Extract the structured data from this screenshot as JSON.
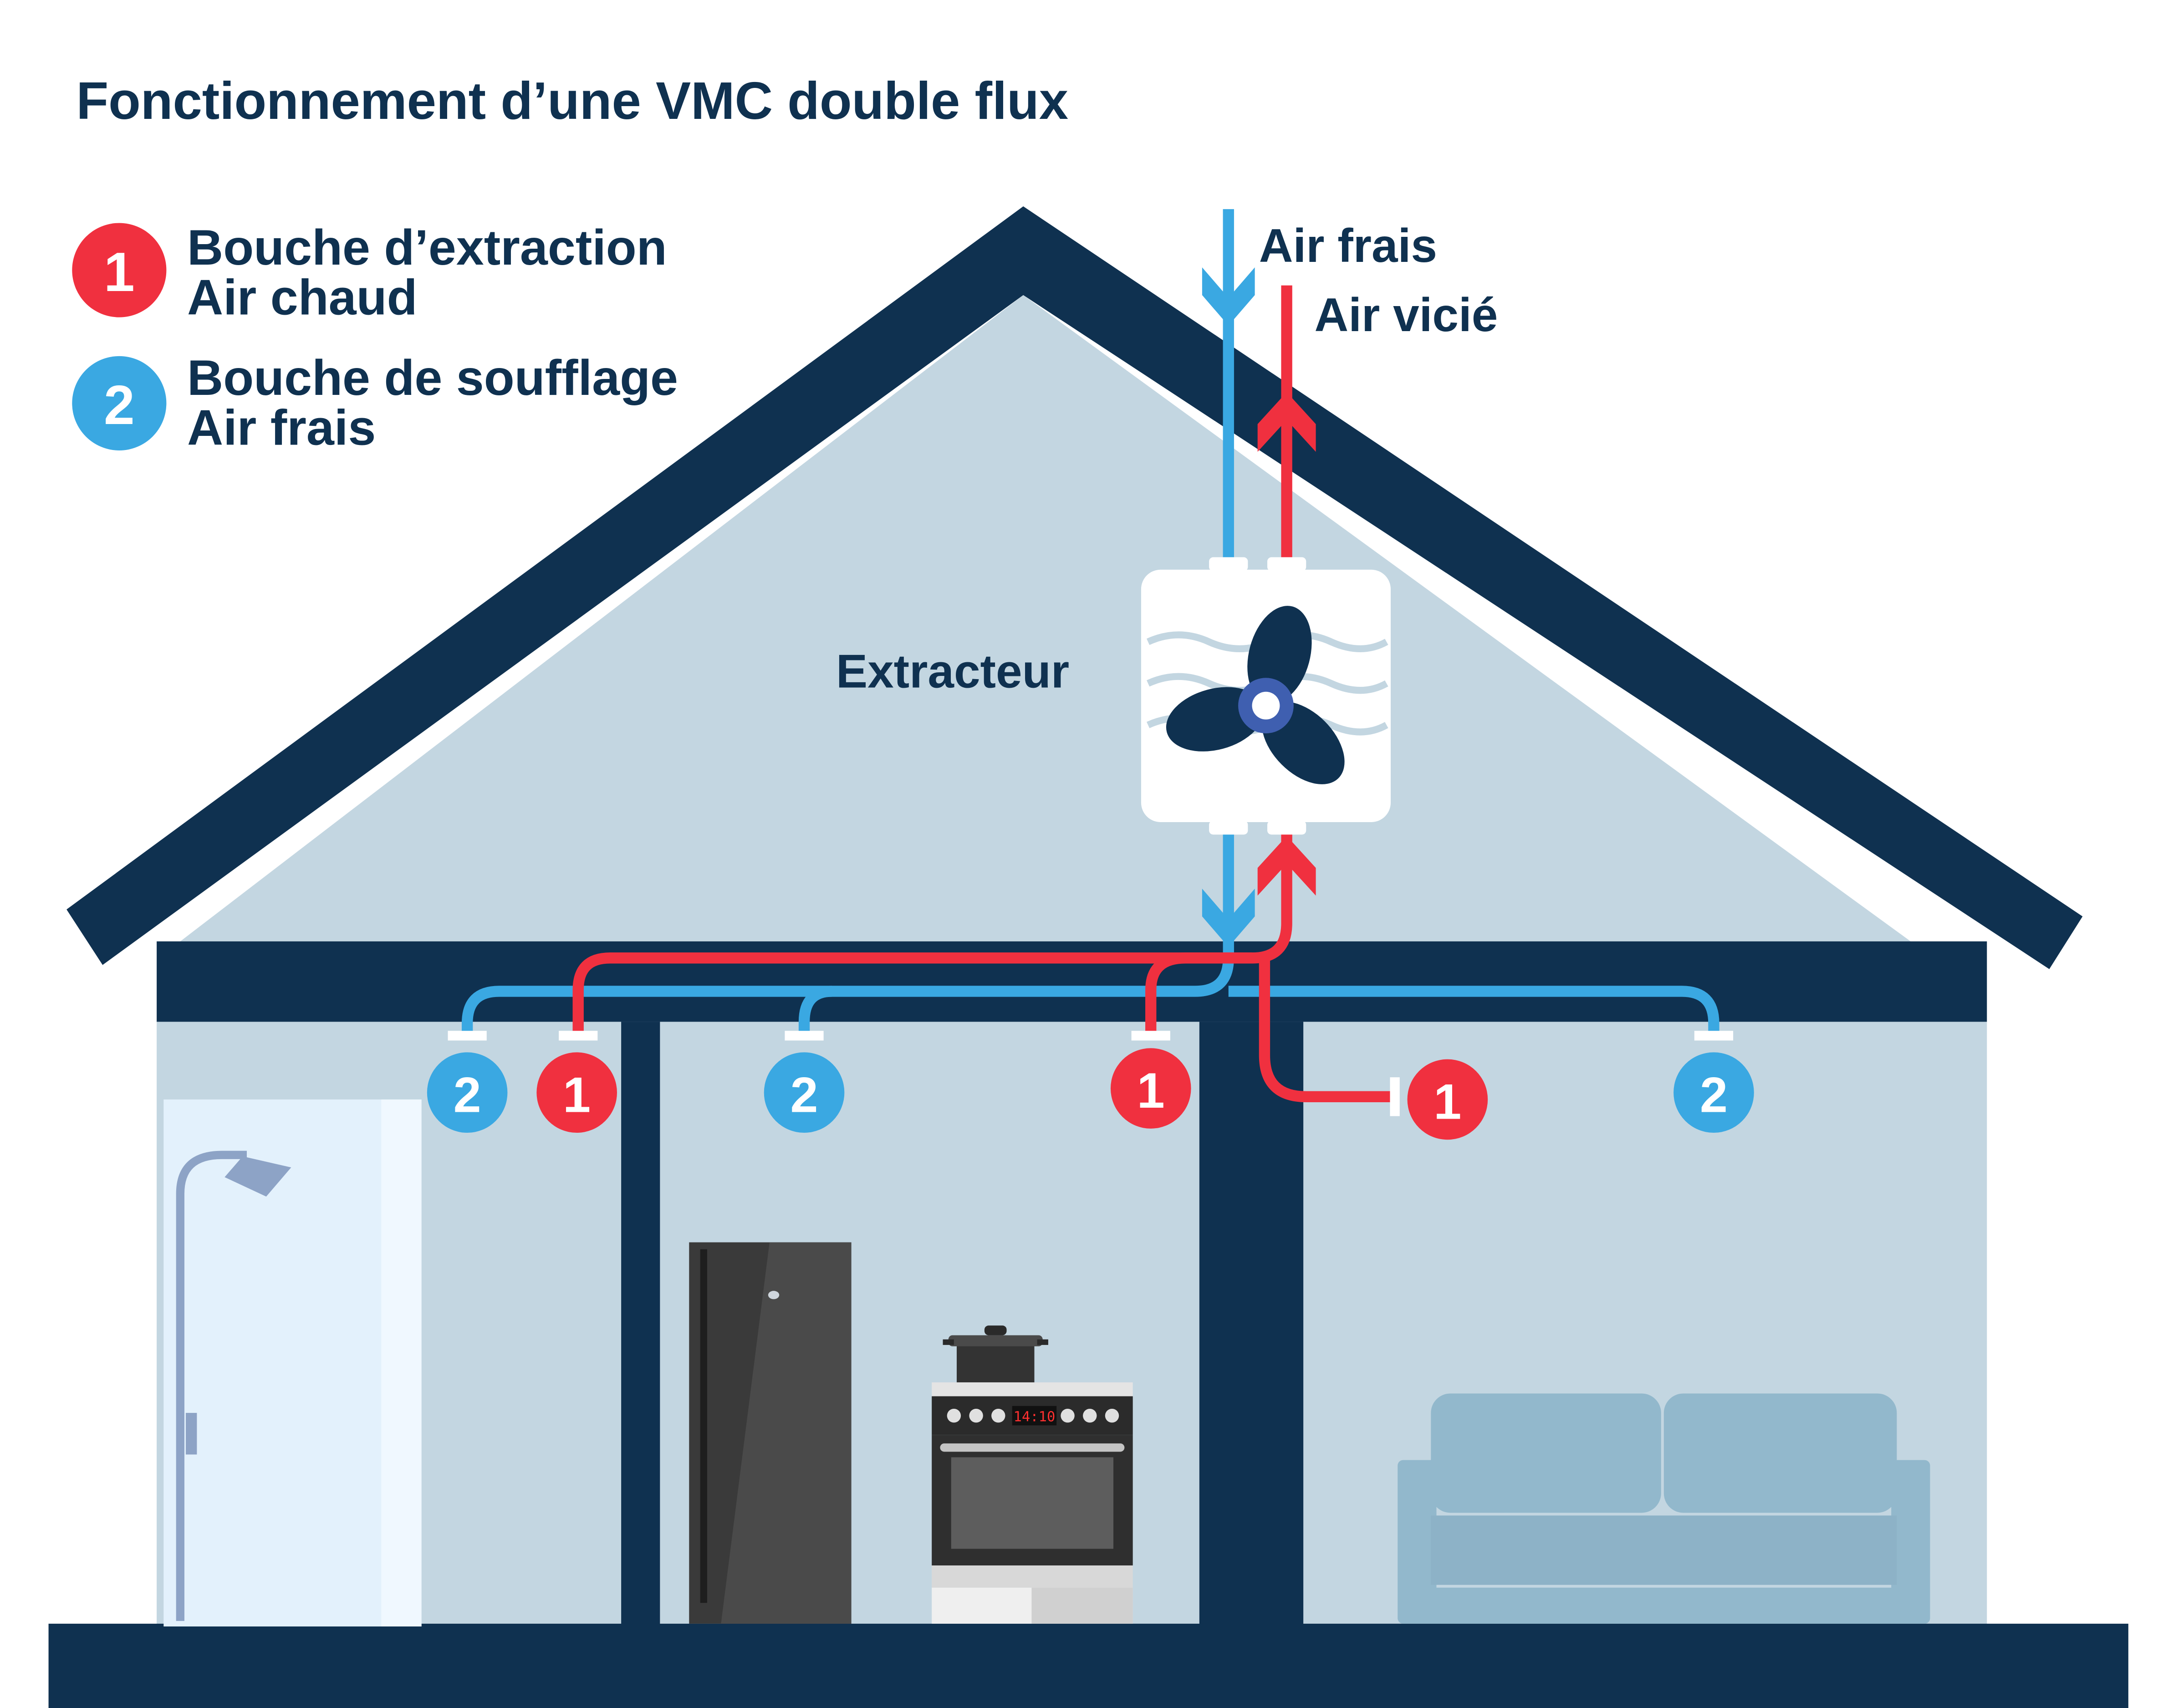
{
  "title": "Fonctionnement d’une VMC double flux",
  "legend": [
    {
      "number": "1",
      "line1": "Bouche d’extraction",
      "line2": "Air chaud",
      "color": "#f0303f"
    },
    {
      "number": "2",
      "line1": "Bouche de soufflage",
      "line2": "Air frais",
      "color": "#3aa8e2"
    }
  ],
  "labels": {
    "fresh_air": "Air frais",
    "stale_air": "Air vicié",
    "extractor": "Extracteur",
    "oven_display": "14:10"
  },
  "vent_numbers": {
    "extract": "1",
    "supply": "2"
  },
  "colors": {
    "navy": "#0f3150",
    "wall": "#c3d6e1",
    "fresh": "#3aa8e2",
    "stale": "#f0303f",
    "sofa": "#92b8cc"
  },
  "icons": [
    "fan-icon",
    "shower-icon",
    "fridge-icon",
    "oven-icon",
    "pot-icon",
    "sofa-icon"
  ]
}
